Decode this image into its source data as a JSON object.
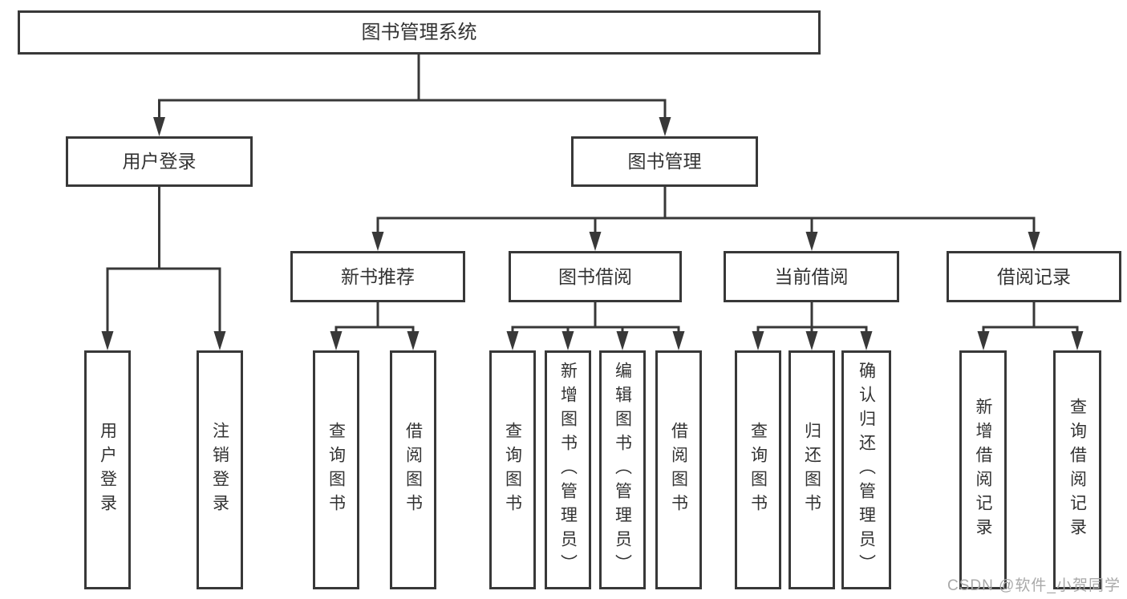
{
  "diagram_type": "tree",
  "title": "图书管理系统",
  "nodes": {
    "root": {
      "label": "图书管理系统"
    },
    "user_login": {
      "label": "用户登录"
    },
    "book_management": {
      "label": "图书管理"
    },
    "new_book_recommend": {
      "label": "新书推荐"
    },
    "book_borrowing": {
      "label": "图书借阅"
    },
    "current_borrowing": {
      "label": "当前借阅"
    },
    "borrowing_records": {
      "label": "借阅记录"
    },
    "leaf_user_login": {
      "label": "用户登录"
    },
    "leaf_logout": {
      "label": "注销登录"
    },
    "leaf_recommend_query_books": {
      "label": "查询图书"
    },
    "leaf_recommend_borrow_books": {
      "label": "借阅图书"
    },
    "leaf_borrowing_query_books": {
      "label": "查询图书"
    },
    "leaf_borrowing_add_books_admin": {
      "label": "新增图书（管理员）"
    },
    "leaf_borrowing_edit_books_admin": {
      "label": "编辑图书（管理员）"
    },
    "leaf_borrowing_borrow_books": {
      "label": "借阅图书"
    },
    "leaf_current_query_books": {
      "label": "查询图书"
    },
    "leaf_current_return_books": {
      "label": "归还图书"
    },
    "leaf_current_confirm_return_admin": {
      "label": "确认归还（管理员）"
    },
    "leaf_records_add_record": {
      "label": "新增借阅记录"
    },
    "leaf_records_query_record": {
      "label": "查询借阅记录"
    }
  },
  "hierarchy": {
    "图书管理系统": {
      "用户登录": [
        "用户登录",
        "注销登录"
      ],
      "图书管理": {
        "新书推荐": [
          "查询图书",
          "借阅图书"
        ],
        "图书借阅": [
          "查询图书",
          "新增图书（管理员）",
          "编辑图书（管理员）",
          "借阅图书"
        ],
        "当前借阅": [
          "查询图书",
          "归还图书",
          "确认归还（管理员）"
        ],
        "借阅记录": [
          "新增借阅记录",
          "查询借阅记录"
        ]
      }
    }
  },
  "watermark": {
    "text": "CSDN @软件_小贺同学"
  },
  "colors": {
    "line": "#383838",
    "text": "#333333",
    "box_background": "#ffffff",
    "page_background": "#ffffff",
    "watermark": "#a9a9a9"
  }
}
